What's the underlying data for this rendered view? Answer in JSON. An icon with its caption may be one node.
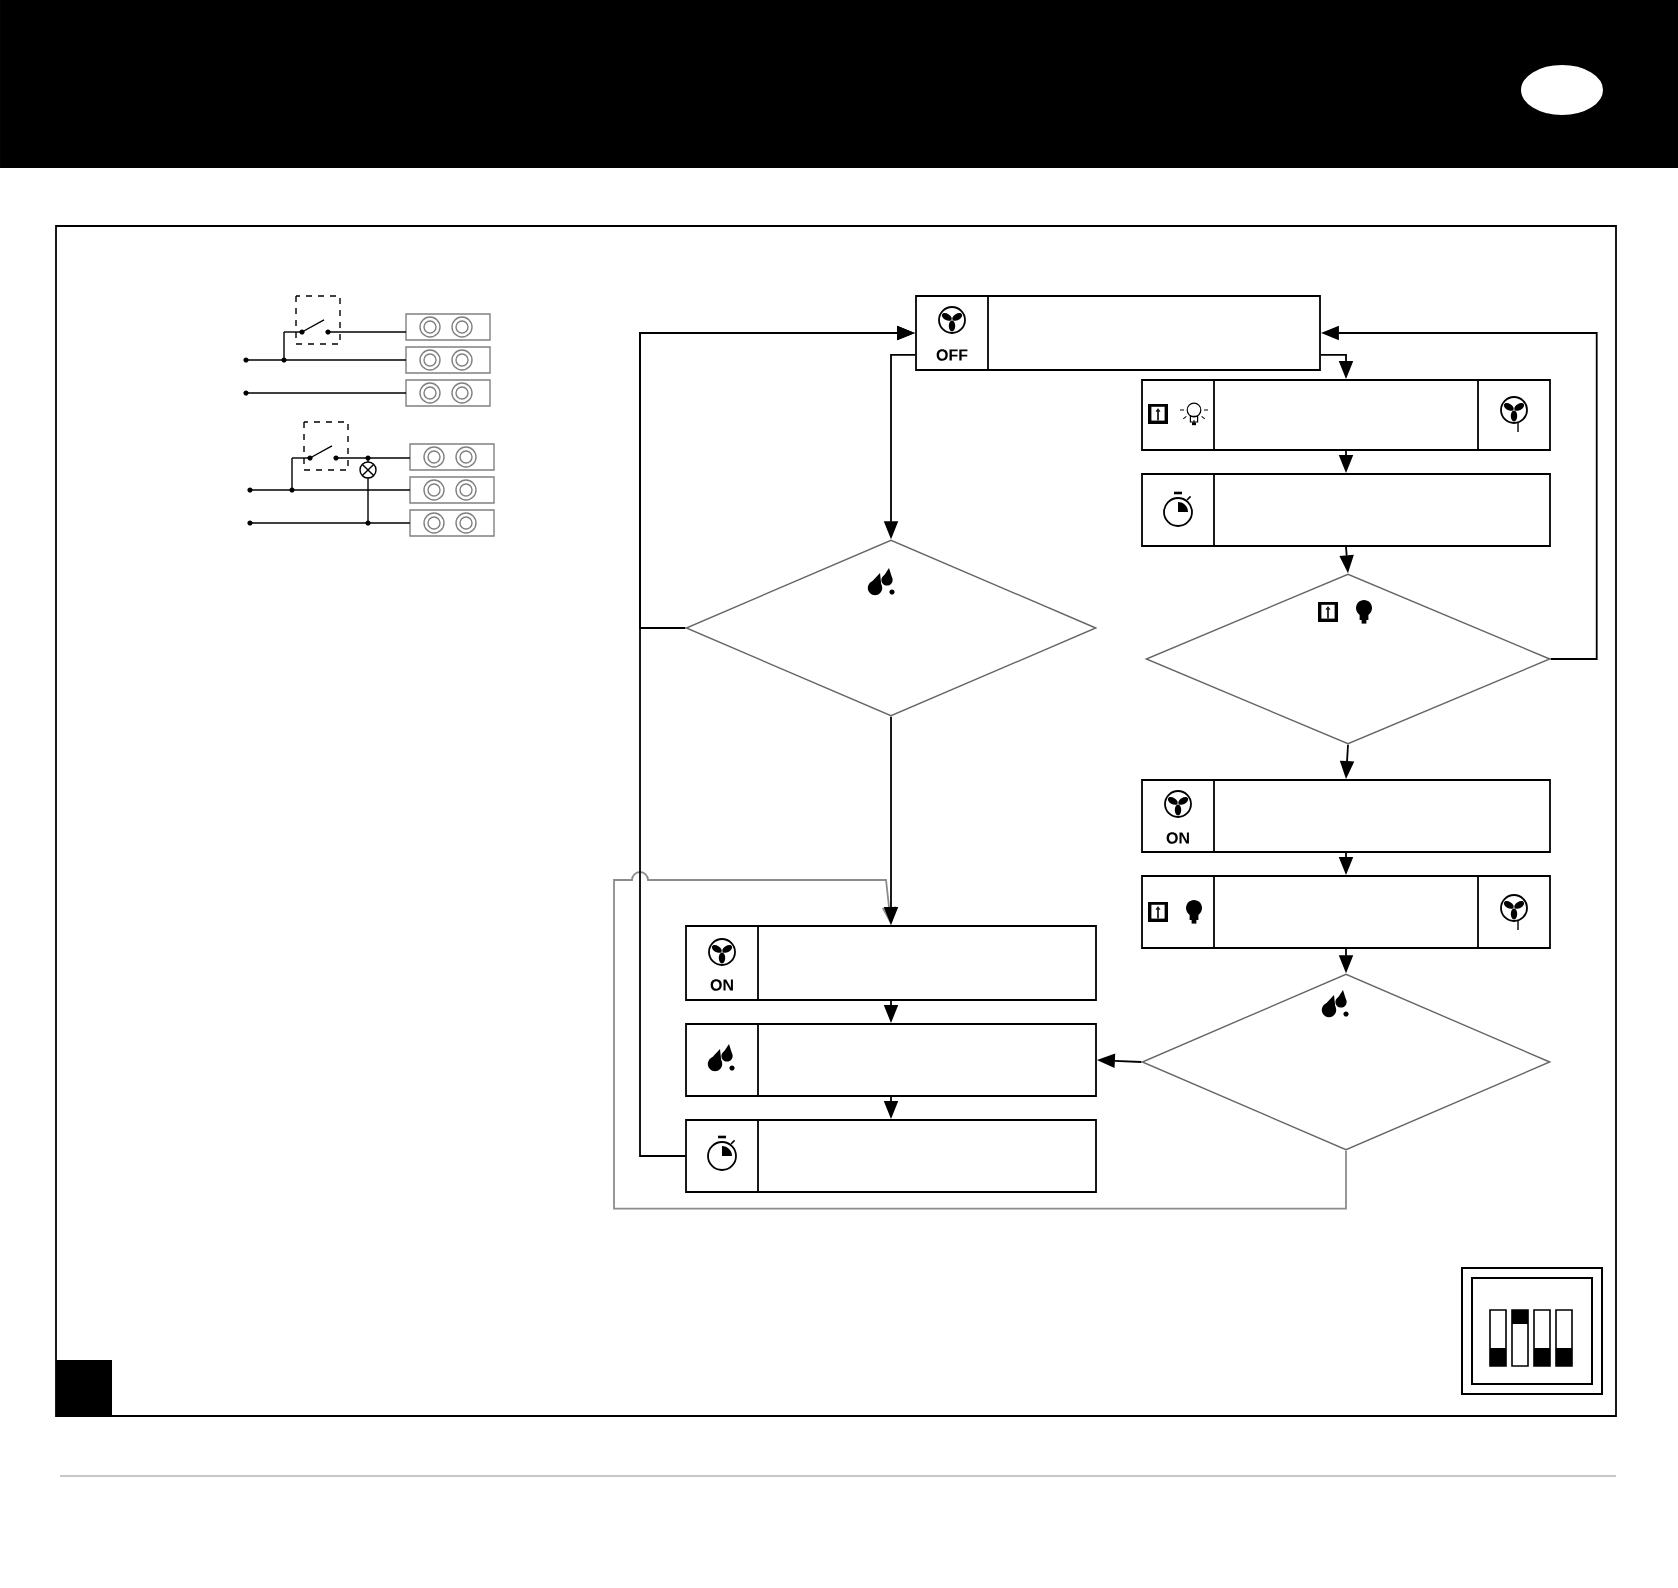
{
  "diagram": {
    "nodes": [
      {
        "text": [
          "OFF"
        ]
      },
      {
        "text": [],
        "shape": "box"
      },
      {
        "text": [],
        "shape": "box"
      },
      {
        "text": [],
        "shape": "diamond"
      },
      {
        "text": [],
        "shape": "diamond"
      },
      {
        "text": [
          "ON"
        ]
      },
      {
        "text": [],
        "shape": "box"
      },
      {
        "text": [
          "ON"
        ]
      },
      {
        "text": [],
        "shape": "diamond"
      },
      {
        "text": [],
        "shape": "box"
      },
      {
        "text": [],
        "shape": "box"
      }
    ],
    "edges": [
      {
        "from": 0,
        "to": 1,
        "arrow": "to"
      },
      {
        "from": 1,
        "to": 2,
        "arrow": "to"
      },
      {
        "from": 2,
        "to": 4,
        "arrow": "to"
      },
      {
        "from": 4,
        "to": 0,
        "arrow": "to"
      },
      {
        "from": 4,
        "to": 5,
        "arrow": "to"
      },
      {
        "from": 5,
        "to": 6,
        "arrow": "to"
      },
      {
        "from": 6,
        "to": 8,
        "arrow": "to"
      },
      {
        "from": 8,
        "to": 9,
        "arrow": "to"
      },
      {
        "from": 8,
        "to": 7,
        "arrow": "to",
        "color": "#8c8c8c"
      },
      {
        "from": 0,
        "to": 3,
        "arrow": "to"
      },
      {
        "from": 3,
        "to": 7,
        "arrow": "to"
      },
      {
        "from": 3,
        "to": 0,
        "arrow": "to"
      },
      {
        "from": 10,
        "to": 0,
        "arrow": "to"
      },
      {
        "from": 7,
        "to": 9,
        "arrow": "to"
      },
      {
        "from": 9,
        "to": 10,
        "arrow": "to"
      }
    ]
  }
}
